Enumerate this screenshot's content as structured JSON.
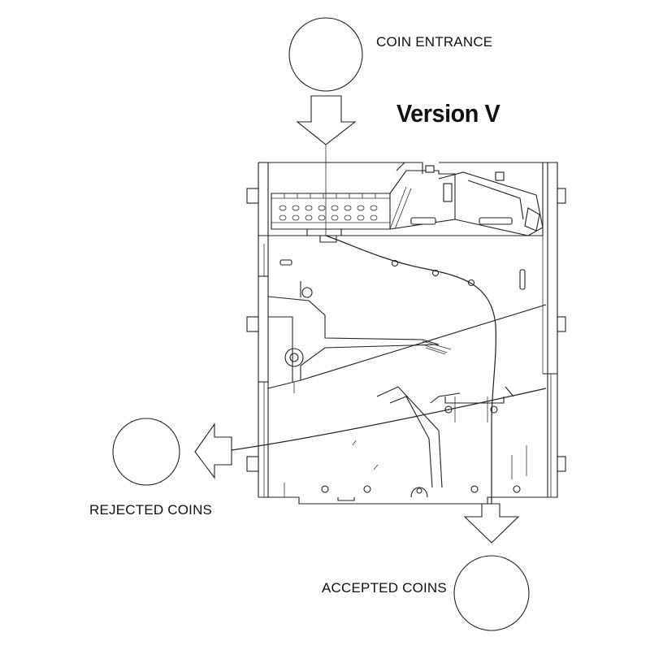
{
  "title": "Version V",
  "labels": {
    "coin_entrance": "COIN ENTRANCE",
    "rejected_coins": "REJECTED COINS",
    "accepted_coins": "ACCEPTED COINS"
  },
  "colors": {
    "line": "#222222",
    "background": "#ffffff"
  }
}
